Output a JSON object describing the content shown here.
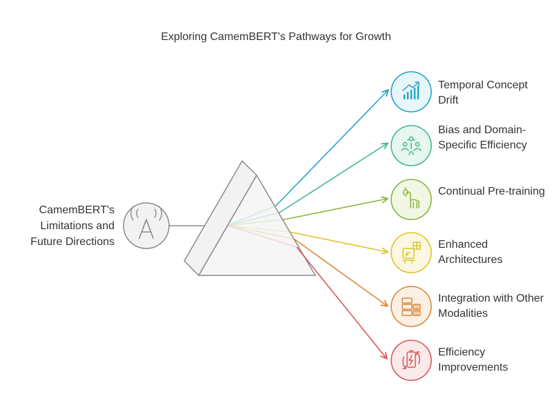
{
  "title": "Exploring CamemBERT's Pathways for Growth",
  "source": {
    "label": "CamemBERT's Limitations and Future Directions",
    "icon": "wireless-a-icon"
  },
  "outputs": [
    {
      "label": "Temporal Concept Drift",
      "color": "#22a3c4",
      "fill": "#e6f6fa",
      "icon": "rising-bar-chart-icon"
    },
    {
      "label": "Bias and Domain-Specific Efficiency",
      "color": "#3fb78a",
      "fill": "#e7f6ef",
      "icon": "people-network-icon"
    },
    {
      "label": "Continual Pre-training",
      "color": "#8ab33a",
      "fill": "#f1f7e4",
      "icon": "llama-icon"
    },
    {
      "label": "Enhanced Architectures",
      "color": "#d9c42a",
      "fill": "#fbf7e0",
      "icon": "blueprint-board-icon"
    },
    {
      "label": "Integration with Other Modalities",
      "color": "#d9883a",
      "fill": "#fbf0e3",
      "icon": "layered-blocks-icon"
    },
    {
      "label": "Efficiency Improvements",
      "color": "#d65858",
      "fill": "#fbeaea",
      "icon": "battery-cycle-icon"
    }
  ]
}
